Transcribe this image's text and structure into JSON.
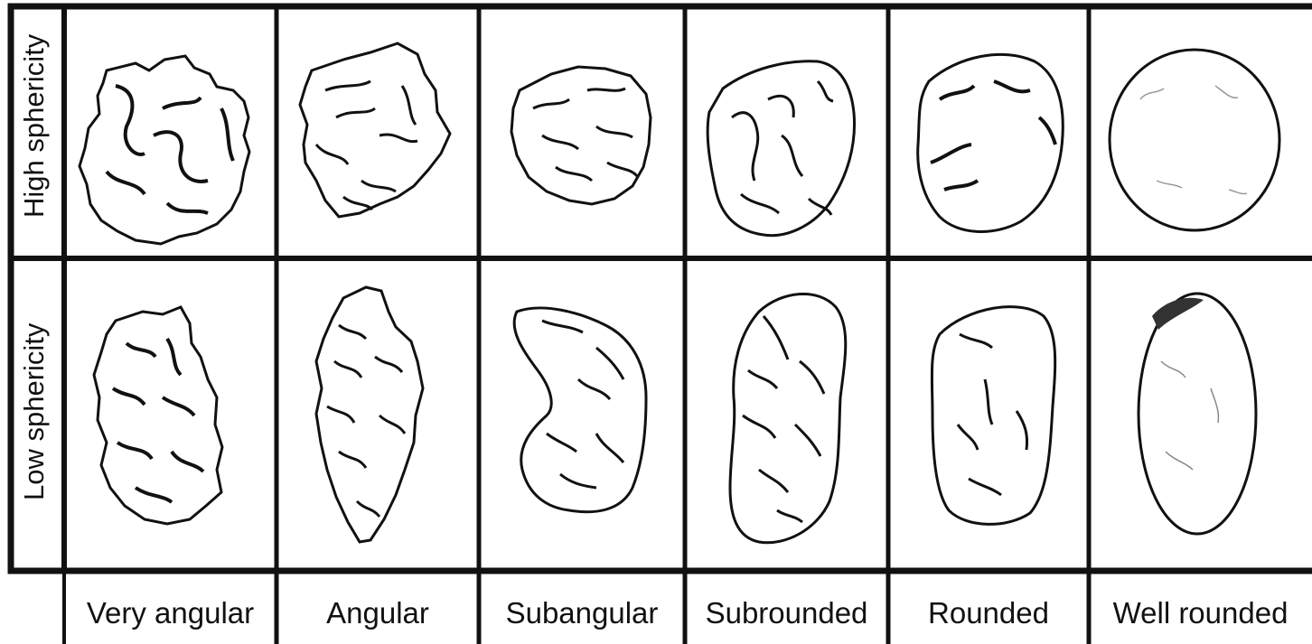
{
  "row_labels": [
    "High sphericity",
    "Low sphericity"
  ],
  "column_labels": [
    "Very angular",
    "Angular",
    "Subangular",
    "Subrounded",
    "Rounded",
    "Well rounded"
  ],
  "cells": [
    {
      "row": 0,
      "col": 0,
      "shape": "very-angular-high-sphericity-grain"
    },
    {
      "row": 0,
      "col": 1,
      "shape": "angular-high-sphericity-grain"
    },
    {
      "row": 0,
      "col": 2,
      "shape": "subangular-high-sphericity-grain"
    },
    {
      "row": 0,
      "col": 3,
      "shape": "subrounded-high-sphericity-grain"
    },
    {
      "row": 0,
      "col": 4,
      "shape": "rounded-high-sphericity-grain"
    },
    {
      "row": 0,
      "col": 5,
      "shape": "well-rounded-high-sphericity-grain"
    },
    {
      "row": 1,
      "col": 0,
      "shape": "very-angular-low-sphericity-grain"
    },
    {
      "row": 1,
      "col": 1,
      "shape": "angular-low-sphericity-grain"
    },
    {
      "row": 1,
      "col": 2,
      "shape": "subangular-low-sphericity-grain"
    },
    {
      "row": 1,
      "col": 3,
      "shape": "subrounded-low-sphericity-grain"
    },
    {
      "row": 1,
      "col": 4,
      "shape": "rounded-low-sphericity-grain"
    },
    {
      "row": 1,
      "col": 5,
      "shape": "well-rounded-low-sphericity-grain"
    }
  ],
  "colors": {
    "line": "#111111",
    "background": "#ffffff"
  }
}
